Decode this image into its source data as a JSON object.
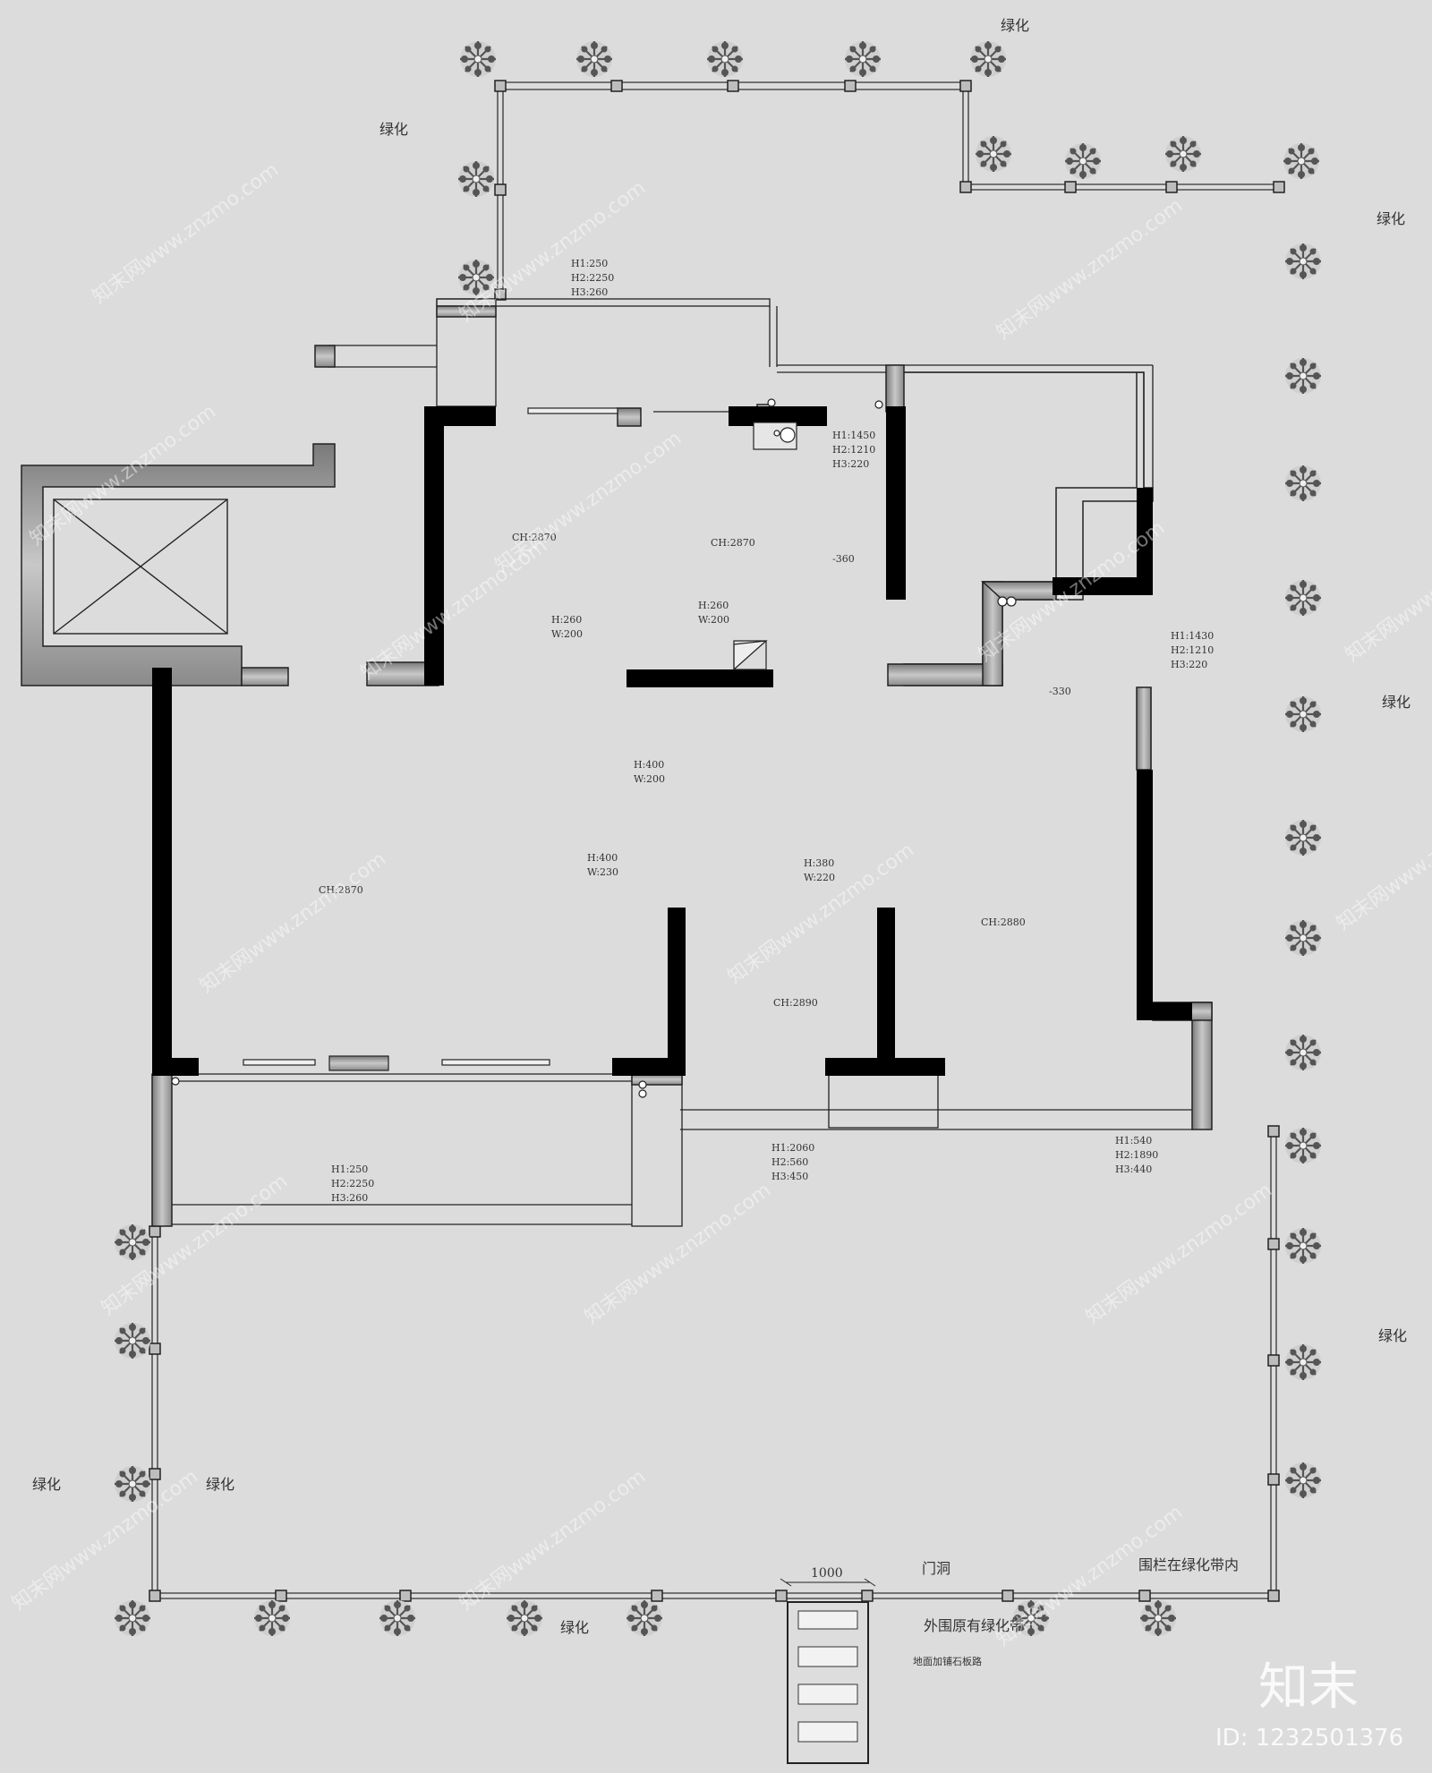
{
  "greenery_label": "绿化",
  "room_labels": {
    "ch_upper_left": "CH:2870",
    "ch_upper_mid": "CH:2870",
    "ch_left": "CH:2870",
    "ch_right": "CH:2880",
    "ch_center": "CH:2890"
  },
  "level_marks": {
    "upper": "-360",
    "right": "-330"
  },
  "window_specs": {
    "top_window": [
      "H1:250",
      "H2:2250",
      "H3:260"
    ],
    "upper_right_window": [
      "H1:1450",
      "H2:1210",
      "H3:220"
    ],
    "right_window": [
      "H1:1430",
      "H2:1210",
      "H3:220"
    ],
    "bottom_left_window": [
      "H1:250",
      "H2:2250",
      "H3:260"
    ],
    "bottom_mid_window": [
      "H1:2060",
      "H2:560",
      "H3:450"
    ],
    "bottom_right_window": [
      "H1:540",
      "H2:1890",
      "H3:440"
    ]
  },
  "beam_specs": {
    "b1": [
      "H:260",
      "W:200"
    ],
    "b2": [
      "H:260",
      "W:200"
    ],
    "b3": [
      "H:400",
      "W:200"
    ],
    "b4": [
      "H:400",
      "W:230"
    ],
    "b5": [
      "H:380",
      "W:220"
    ]
  },
  "annotations": {
    "door_width": "1000",
    "door_opening": "门洞",
    "fence_note": "围栏在绿化带内",
    "outer_green": "外围原有绿化带",
    "stone_path": "地面加铺石板路"
  },
  "watermark": {
    "text": "知末网www.znzmo.com",
    "logo": "知末",
    "id": "ID: 1232501376"
  },
  "colors": {
    "background": "#dcdcdc",
    "wall_black": "#000000",
    "wall_grey": "#9a9a9a",
    "line": "#222222"
  }
}
